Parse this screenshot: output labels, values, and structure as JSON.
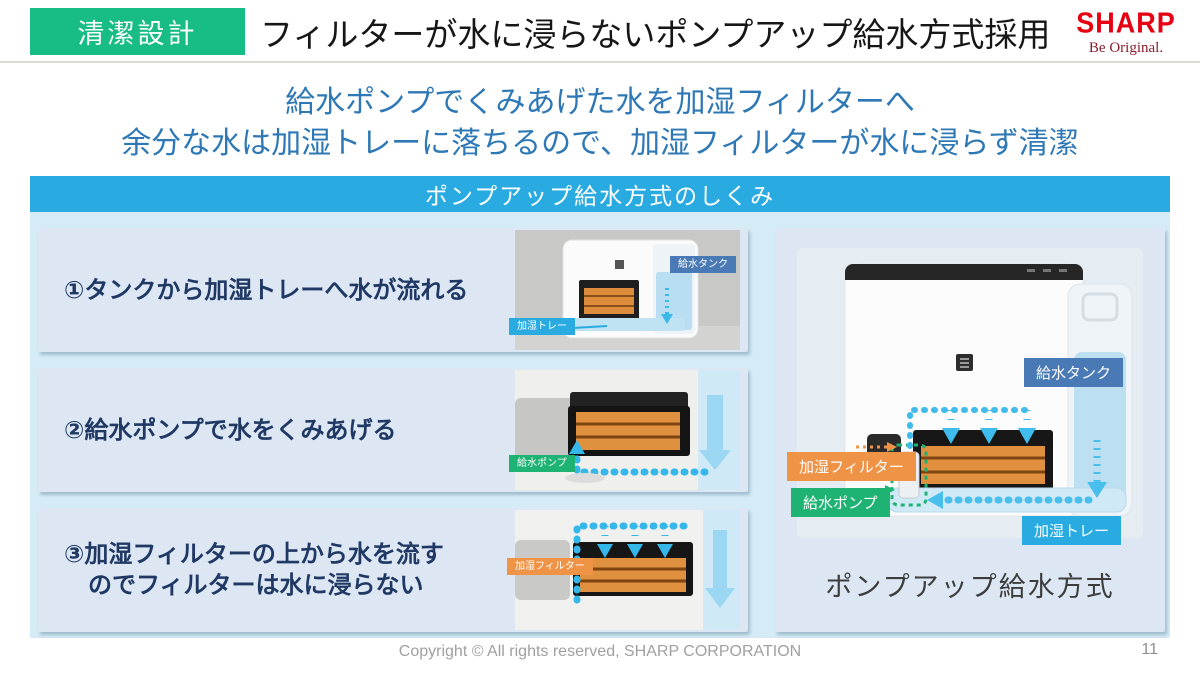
{
  "header": {
    "badge": "清潔設計",
    "title": "フィルターが水に浸らないポンプアップ給水方式採用",
    "logo": "SHARP",
    "tagline": "Be Original."
  },
  "lead": {
    "line1": "給水ポンプでくみあげた水を加湿フィルターへ",
    "line2": "余分な水は加湿トレーに落ちるので、加湿フィルターが水に浸らず清潔"
  },
  "panel": {
    "title": "ポンプアップ給水方式のしくみ",
    "steps": [
      {
        "lines": [
          "①タンクから加湿トレーへ水が流れる",
          ""
        ],
        "labels": {
          "tank": "給水タンク",
          "tray": "加湿トレー"
        }
      },
      {
        "lines": [
          "②給水ポンプで水をくみあげる",
          ""
        ],
        "labels": {
          "pump": "給水ポンプ"
        }
      },
      {
        "lines": [
          "③加湿フィルターの上から水を流す",
          "のでフィルターは水に浸らない"
        ],
        "labels": {
          "filter": "加湿フィルター"
        }
      }
    ],
    "diagram": {
      "labels": {
        "tank": "給水タンク",
        "filter": "加湿フィルター",
        "pump": "給水ポンプ",
        "tray": "加湿トレー"
      },
      "caption": "ポンプアップ給水方式"
    }
  },
  "footer": {
    "copyright": "Copyright © All rights reserved, SHARP CORPORATION",
    "page": "11"
  },
  "colors": {
    "badge_green": "#17bd84",
    "lead_blue": "#2e78b5",
    "panel_cyan": "#29abe2",
    "panel_bg": "#d5ecf7",
    "row_bg": "#dde7f3",
    "step_navy": "#1f3864",
    "label_blue": "#4a7ab6",
    "label_cyan": "#29abe2",
    "label_green": "#1fb373",
    "label_orange": "#ef9347",
    "sharp_red": "#e60012"
  }
}
